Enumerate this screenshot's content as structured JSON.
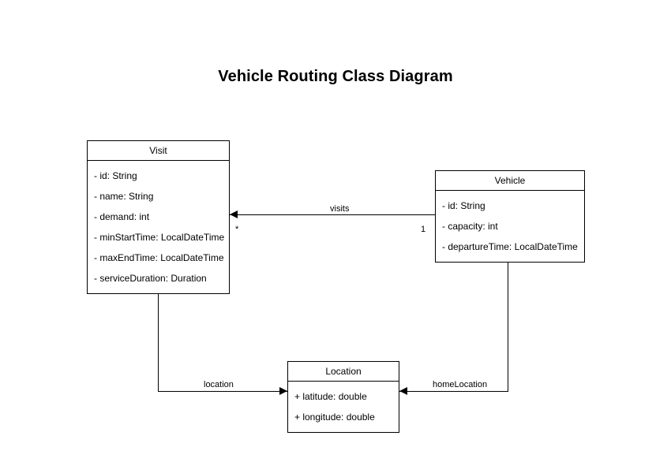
{
  "title": "Vehicle Routing Class Diagram",
  "classes": [
    {
      "name": "Visit",
      "attributes": [
        "- id: String",
        "- name: String",
        "- demand: int",
        "- minStartTime: LocalDateTime",
        "- maxEndTime: LocalDateTime",
        "- serviceDuration: Duration"
      ]
    },
    {
      "name": "Vehicle",
      "attributes": [
        "- id: String",
        "- capacity: int",
        "- departureTime: LocalDateTime"
      ]
    },
    {
      "name": "Location",
      "attributes": [
        "+ latitude: double",
        "+ longitude: double"
      ]
    }
  ],
  "relationships": [
    {
      "label": "visits",
      "from": "Vehicle",
      "to": "Visit",
      "source_multiplicity": "1",
      "target_multiplicity": "*"
    },
    {
      "label": "location",
      "from": "Visit",
      "to": "Location",
      "source_multiplicity": "",
      "target_multiplicity": ""
    },
    {
      "label": "homeLocation",
      "from": "Vehicle",
      "to": "Location",
      "source_multiplicity": "",
      "target_multiplicity": ""
    }
  ],
  "colors": {
    "background": "#ffffff",
    "stroke": "#000000",
    "text": "#000000"
  }
}
